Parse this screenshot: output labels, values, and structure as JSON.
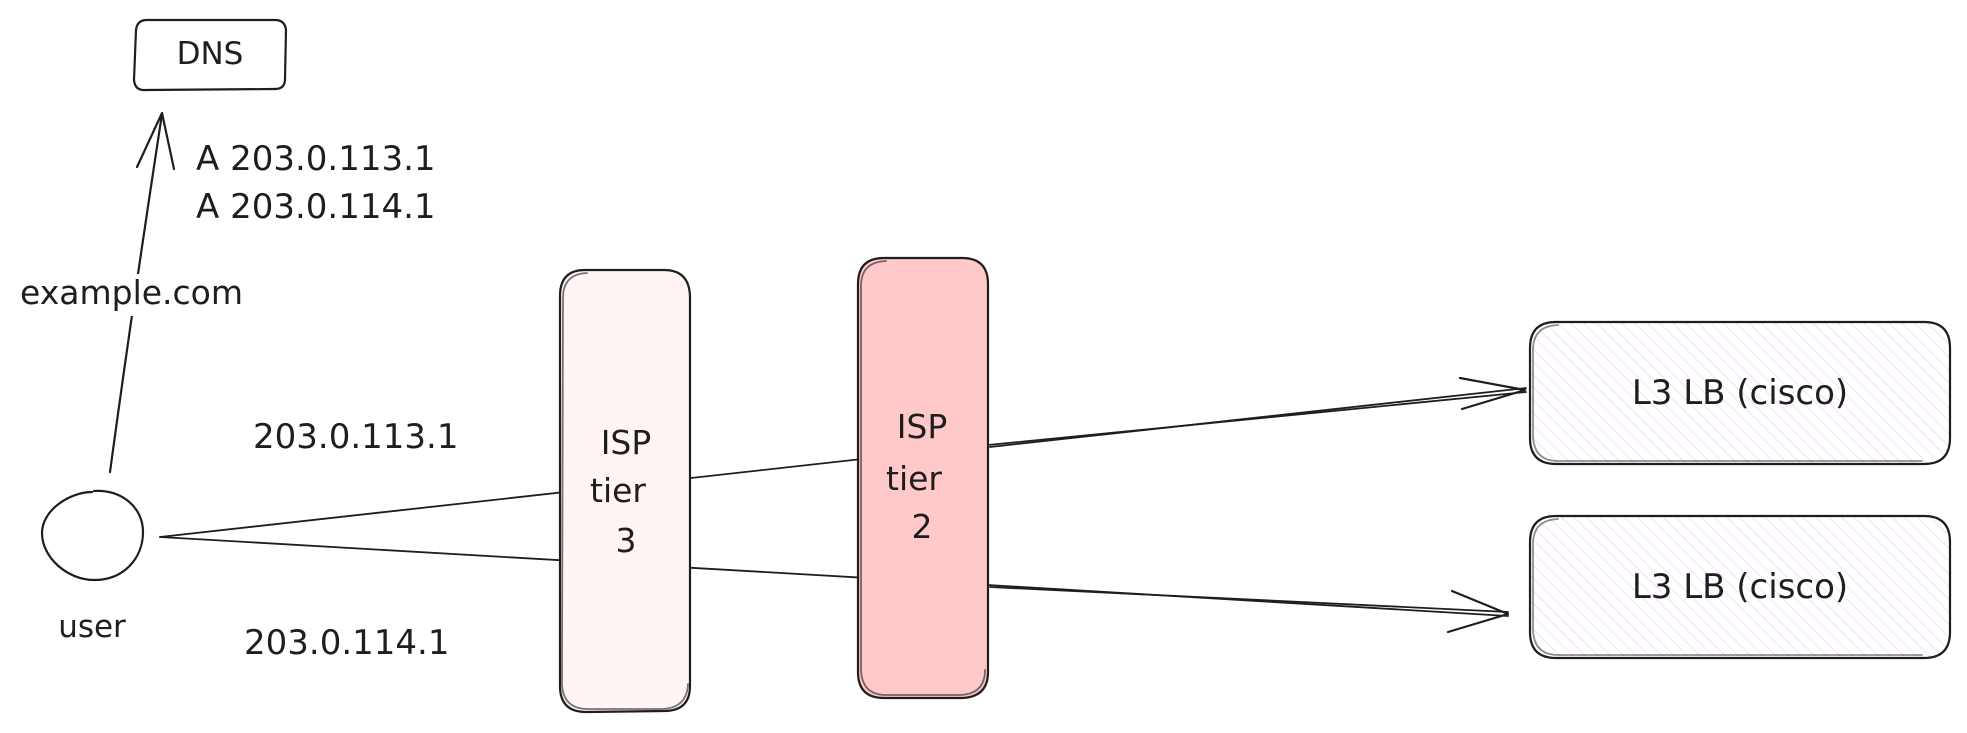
{
  "dns": {
    "label": "DNS"
  },
  "dns_records": [
    "A 203.0.113.1",
    "A 203.0.114.1"
  ],
  "query": {
    "label": "example.com"
  },
  "user": {
    "label": "user"
  },
  "routes": [
    {
      "ip": "203.0.113.1"
    },
    {
      "ip": "203.0.114.1"
    }
  ],
  "isp_tier3": {
    "lines": [
      "ISP",
      "tier",
      "3"
    ],
    "fill": "#fff5f5"
  },
  "isp_tier2": {
    "lines": [
      "ISP",
      "tier",
      "2"
    ],
    "fill": "#ffc9c9"
  },
  "load_balancers": [
    {
      "label": "L3 LB (cisco)"
    },
    {
      "label": "L3 LB (cisco)"
    }
  ],
  "colors": {
    "stroke": "#1e1e1e",
    "lb_hatch": "#e599f7",
    "background": "#ffffff"
  }
}
